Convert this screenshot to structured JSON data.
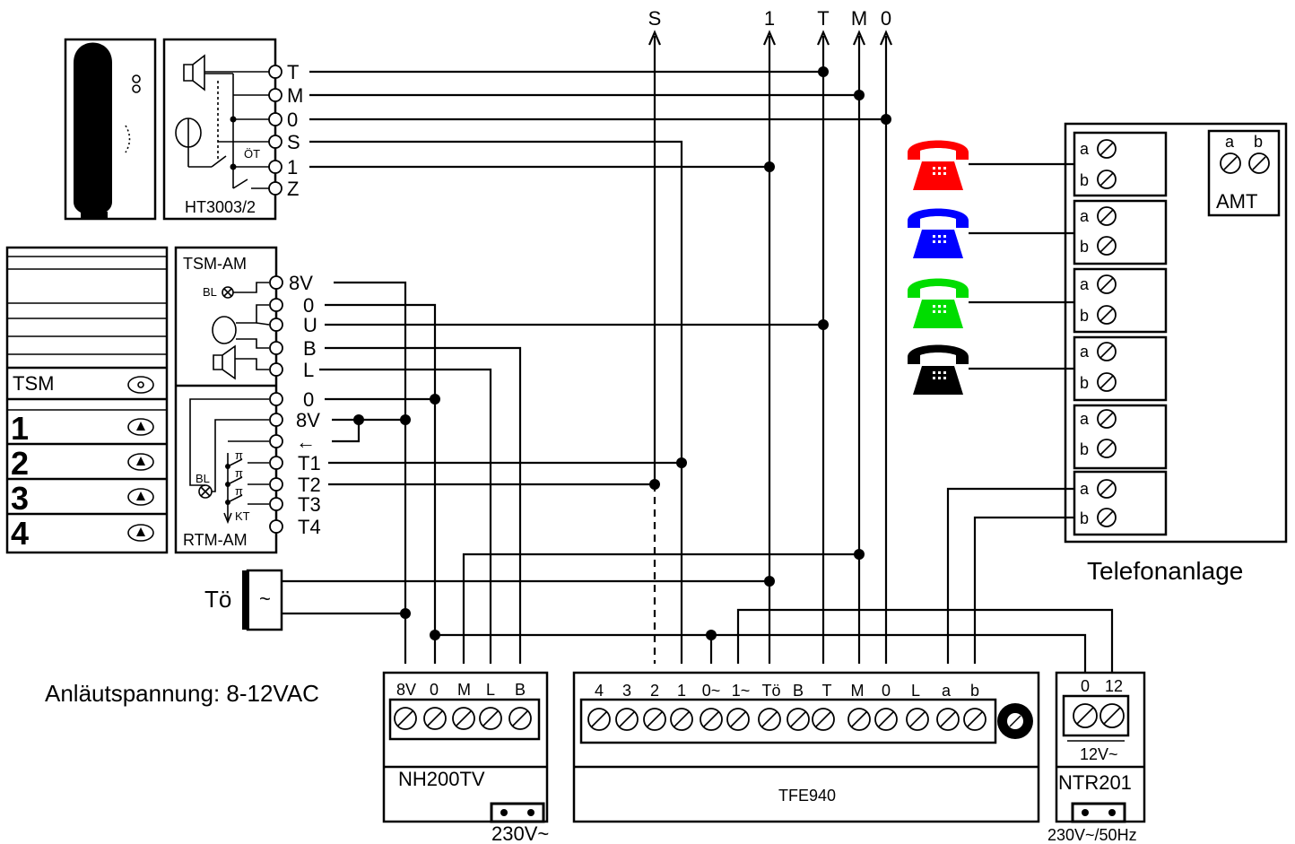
{
  "bus_labels": [
    "S",
    "1",
    "T",
    "M",
    "0"
  ],
  "handset": {
    "label": "HT3003/2",
    "terminals": [
      "T",
      "M",
      "0",
      "S",
      "1",
      "Z"
    ],
    "contact_label": "ÖT"
  },
  "door_panel": {
    "tsm_label": "TSM",
    "buttons": [
      {
        "label": "1",
        "color": "#ff0000"
      },
      {
        "label": "2",
        "color": "#0000ff"
      },
      {
        "label": "3",
        "color": "#00dd00"
      },
      {
        "label": "4",
        "color": "#000000"
      }
    ]
  },
  "tsm_am": {
    "label": "TSM-AM",
    "lamp_label": "BL",
    "terminals": [
      "8V",
      "0",
      "U",
      "B",
      "L"
    ]
  },
  "rtm_am": {
    "label": "RTM-AM",
    "lamp_label": "BL",
    "kt_label": "KT",
    "terminals": [
      "0",
      "8V",
      "←",
      "T1",
      "T2",
      "T3",
      "T4"
    ]
  },
  "toener": {
    "label": "Tö",
    "symbol": "~"
  },
  "nh200tv": {
    "label": "NH200TV",
    "terminals": [
      "8V",
      "0",
      "M",
      "L",
      "B"
    ],
    "supply": "230V~"
  },
  "tfe940": {
    "label": "TFE940",
    "terminals": [
      "4",
      "3",
      "2",
      "1",
      "0~",
      "1~",
      "Tö",
      "B",
      "T",
      "M",
      "0",
      "L",
      "a",
      "b"
    ]
  },
  "ntr201": {
    "label": "NTR201",
    "terminals": [
      "0",
      "12"
    ],
    "output": "12V~",
    "supply": "230V~/50Hz"
  },
  "telefonanlage": {
    "label": "Telefonanlage",
    "amt_label": "AMT",
    "amt_terminals": [
      "a",
      "b"
    ],
    "port_terminals": [
      "a",
      "b"
    ],
    "phone_colors": [
      "#ff0000",
      "#0000ff",
      "#00dd00",
      "#000000"
    ]
  },
  "note": {
    "text": "Anläutspannung: 8-12VAC",
    "color": "#ff0000"
  }
}
